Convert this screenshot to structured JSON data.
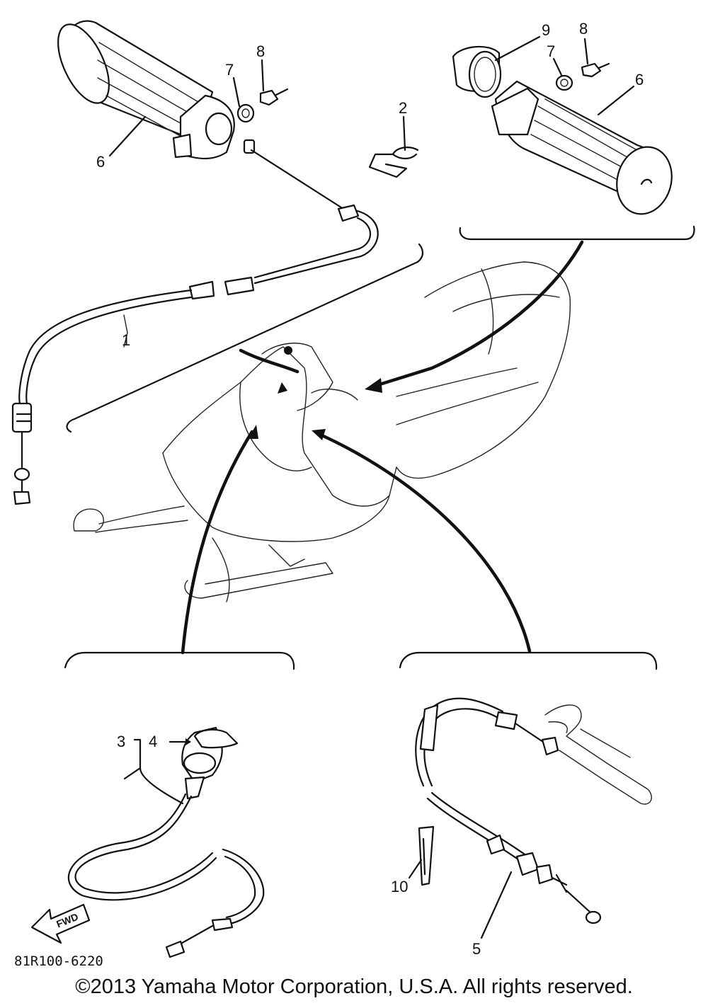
{
  "callouts": {
    "c1": "1",
    "c2": "2",
    "c3": "3",
    "c4": "4",
    "c5": "5",
    "c6_left": "6",
    "c6_right": "6",
    "c7_left": "7",
    "c7_right": "7",
    "c8_left": "8",
    "c8_right": "8",
    "c9": "9",
    "c10": "10"
  },
  "fwd_label": "FWD",
  "diagram_code": "81R100-6220",
  "copyright": "©2013 Yamaha Motor Corporation, U.S.A. All rights reserved."
}
